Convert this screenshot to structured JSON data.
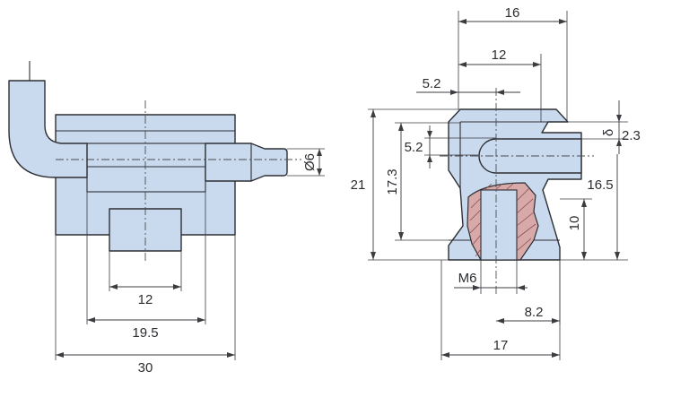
{
  "colors": {
    "part_fill": "#c9d9ee",
    "outline": "#2d2f33",
    "section_fill": "#d7a9a9",
    "background": "#ffffff"
  },
  "front_view": {
    "dimensions": {
      "width_total": "30",
      "width_mid": "19.5",
      "width_tab": "12",
      "pin_diameter": "Ø6"
    }
  },
  "side_view": {
    "dimensions": {
      "width_top": "16",
      "width_inner": "12",
      "offset_top": "5.2",
      "slot_height": "5.2",
      "plate_thickness": "δ",
      "plate_max": "2.3",
      "height_total": "21",
      "height_inner": "17.3",
      "height_right": "16.5",
      "thread_height": "10",
      "thread": "M6",
      "thread_offset": "8.2",
      "width_bottom": "17"
    }
  }
}
